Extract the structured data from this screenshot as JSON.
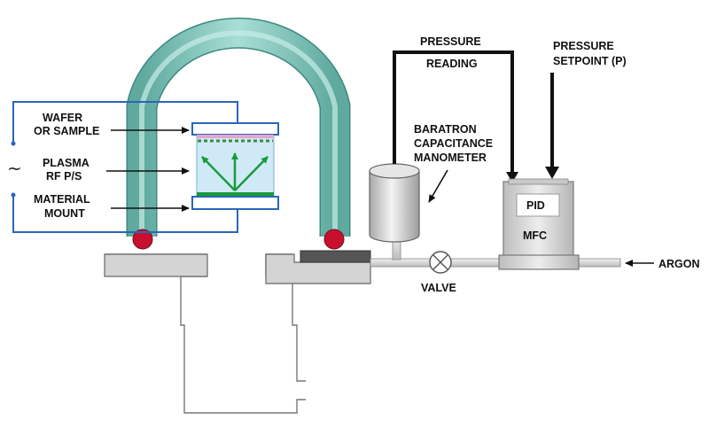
{
  "labels": {
    "wafer_line1": "WAFER",
    "wafer_line2": "OR SAMPLE",
    "plasma_line1": "PLASMA",
    "plasma_line2": "RF P/S",
    "mount_line1": "MATERIAL",
    "mount_line2": "MOUNT",
    "pressure_reading_line1": "PRESSURE",
    "pressure_reading_line2": "READING",
    "baratron_line1": "BARATRON",
    "baratron_line2": "CAPACITANCE",
    "baratron_line3": "MANOMETER",
    "setpoint_line1": "PRESSURE",
    "setpoint_line2": "SETPOINT (P)",
    "pid": "PID",
    "mfc": "MFC",
    "valve": "VALVE",
    "argon": "ARGON",
    "ac_symbol": "~"
  },
  "colors": {
    "tube": "#8fcfc6",
    "tube_dark": "#4d9a91",
    "circuit": "#2a66b8",
    "plasma": "#cfeaf6",
    "emission": "#1a9a3c",
    "seal": "#c8102e",
    "metal": "#d2d2d2",
    "outline": "#555555"
  }
}
